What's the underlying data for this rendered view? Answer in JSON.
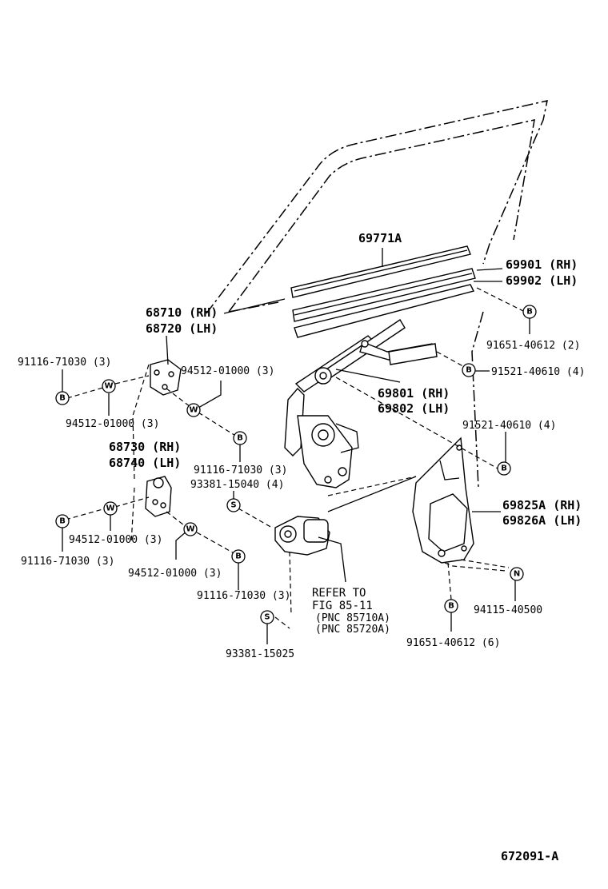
{
  "labels": {
    "p69771a": "69771A",
    "p69901": "69901 (RH)",
    "p69902": "69902 (LH)",
    "p68710": "68710 (RH)",
    "p68720": "68720 (LH)",
    "p91651_top": "91651-40612 (2)",
    "p91116_a": "91116-71030 (3)",
    "p94512_a": "94512-01000 (3)",
    "p91521_a": "91521-40610 (4)",
    "p94512_b": "94512-01000 (3)",
    "p69801": "69801 (RH)",
    "p69802": "69802 (LH)",
    "p91521_b": "91521-40610 (4)",
    "p68730": "68730 (RH)",
    "p68740": "68740 (LH)",
    "p91116_b": "91116-71030 (3)",
    "p93381_a": "93381-15040 (4)",
    "p69825a": "69825A (RH)",
    "p69826a": "69826A (LH)",
    "p94512_c": "94512-01000 (3)",
    "p91116_c": "91116-71030 (3)",
    "p94512_d": "94512-01000 (3)",
    "p94115": "94115-40500",
    "p91116_d": "91116-71030 (3)",
    "refer1": "REFER TO",
    "refer2": "FIG 85-11",
    "refer3": "(PNC 85710A)",
    "refer4": "(PNC 85720A)",
    "p91651_bot": "91651-40612 (6)",
    "p93381_b": "93381-15025",
    "figure_id": "672091-A"
  },
  "symbols": {
    "b": "B",
    "w": "W",
    "s": "S",
    "n": "N"
  }
}
